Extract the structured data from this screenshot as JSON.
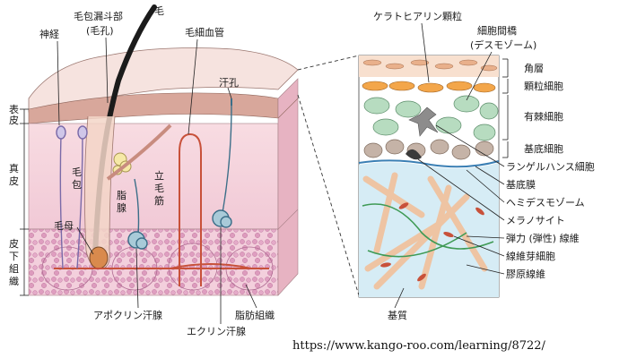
{
  "labels": {
    "hair": "毛",
    "hair_follicle_funnel": "毛包漏斗部",
    "hair_follicle_funnel_alt": "(毛孔)",
    "nerve": "神経",
    "capillary": "毛細血管",
    "sweat_pore": "汗孔",
    "hair_follicle_1": "毛",
    "hair_follicle_2": "包",
    "hair_matrix": "毛母",
    "sebaceous_1": "脂",
    "sebaceous_2": "腺",
    "arrector_1": "立",
    "arrector_2": "毛",
    "arrector_3": "筋",
    "apocrine": "アポクリン汗腺",
    "eccrine": "エクリン汗腺",
    "adipose": "脂肪組織"
  },
  "layers": {
    "epidermis_1": "表",
    "epidermis_2": "皮",
    "dermis_1": "真",
    "dermis_2": "皮",
    "subcutis_1": "皮",
    "subcutis_2": "下",
    "subcutis_3": "組",
    "subcutis_4": "織"
  },
  "detail": {
    "keratohyalin": "ケラトヒアリン顆粒",
    "desmosome_1": "細胞間橋",
    "desmosome_2": "(デスモゾーム)",
    "stratum_corneum": "角層",
    "granular": "顆粒細胞",
    "spinous": "有棘細胞",
    "basal": "基底細胞",
    "langerhans": "ランゲルハンス細胞",
    "basement": "基底膜",
    "hemidesmosome": "ヘミデスモゾーム",
    "melanocyte": "メラノサイト",
    "elastic": "弾力 (弾性) 線維",
    "fibroblast": "線維芽細胞",
    "collagen": "膠原線維",
    "matrix": "基質"
  },
  "source_url": "https://www.kango-roo.com/learning/8722/",
  "colors": {
    "epidermis": "#f3c9c0",
    "dermis": "#f7d6dc",
    "subcutis": "#efc0cf",
    "fat": "#e7a9c7",
    "vessel": "#c8513a",
    "cell_green": "#b7dcc0",
    "granule": "#f3a64a",
    "matrix_blue": "#d6ecf5",
    "collagen": "#f3c7a6"
  }
}
